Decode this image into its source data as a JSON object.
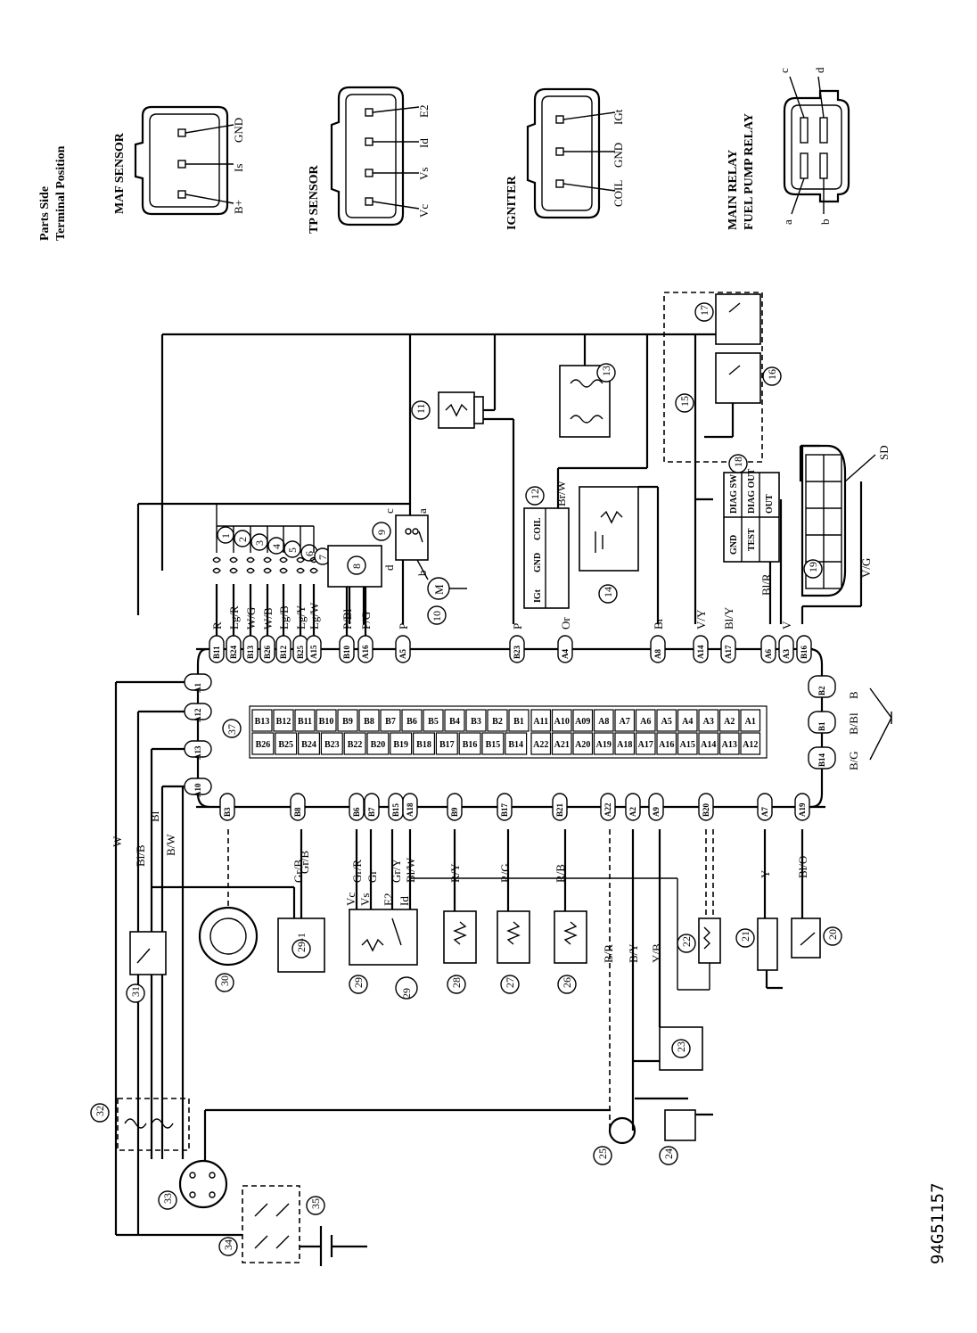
{
  "header": {
    "line1": "Parts Side",
    "line2": "Terminal Position"
  },
  "connectors": [
    {
      "title": "MAF SENSOR",
      "terminals": [
        "GND",
        "Is",
        "B+"
      ]
    },
    {
      "title": "TP SENSOR",
      "terminals": [
        "E2",
        "Id",
        "Vs",
        "Vc"
      ]
    },
    {
      "title": "IGNITER",
      "terminals": [
        "IGt",
        "GND",
        "COIL"
      ]
    },
    {
      "title": "MAIN RELAY",
      "title2": "FUEL PUMP RELAY",
      "terminals": [
        "c",
        "d",
        "a",
        "b"
      ]
    }
  ],
  "ecu": {
    "id": "37",
    "rowB_top": [
      "B13",
      "B12",
      "B11",
      "B10",
      "B9",
      "B8",
      "B7",
      "B6",
      "B5",
      "B4",
      "B3",
      "B2",
      "B1"
    ],
    "rowB_bot": [
      "B26",
      "B25",
      "B24",
      "B23",
      "B22",
      "B20",
      "B19",
      "B18",
      "B17",
      "B16",
      "B15",
      "B14"
    ],
    "rowA_top": [
      "A11",
      "A10",
      "A09",
      "A8",
      "A7",
      "A6",
      "A5",
      "A4",
      "A3",
      "A2",
      "A1"
    ],
    "rowA_bot": [
      "A22",
      "A21",
      "A20",
      "A19",
      "A18",
      "A17",
      "A16",
      "A15",
      "A14",
      "A13",
      "A12"
    ]
  },
  "top_pins": [
    {
      "pin": "B11",
      "wire": "R"
    },
    {
      "pin": "B24",
      "wire": "Lg/R"
    },
    {
      "pin": "B13",
      "wire": "W/G"
    },
    {
      "pin": "B26",
      "wire": "W/B"
    },
    {
      "pin": "B12",
      "wire": "Lg/B"
    },
    {
      "pin": "B25",
      "wire": "Lg/Y"
    },
    {
      "pin": "A15",
      "wire": "Lg/W"
    },
    {
      "pin": "B10",
      "wire": "P/Bl"
    },
    {
      "pin": "A16",
      "wire": "P/G"
    },
    {
      "pin": "A5",
      "wire": "P"
    },
    {
      "pin": "B23",
      "wire": "P"
    },
    {
      "pin": "A4",
      "wire": "Or"
    },
    {
      "pin": "A8",
      "wire": "Br"
    },
    {
      "pin": "A14",
      "wire": "V/Y"
    },
    {
      "pin": "A17",
      "wire": "Bl/Y"
    },
    {
      "pin": "A6",
      "wire": ""
    },
    {
      "pin": "A3",
      "wire": "V"
    },
    {
      "pin": "B16",
      "wire": ""
    }
  ],
  "bottom_pins": [
    {
      "pin": "B3",
      "wire": ""
    },
    {
      "pin": "B8",
      "wire": "Gr/B"
    },
    {
      "pin": "B6",
      "wire": "Gr/R"
    },
    {
      "pin": "B7",
      "wire": "Gr"
    },
    {
      "pin": "B15",
      "wire": "Gr/Y"
    },
    {
      "pin": "A18",
      "wire": "Bl/W"
    },
    {
      "pin": "B9",
      "wire": "R/Y"
    },
    {
      "pin": "B17",
      "wire": "R/G"
    },
    {
      "pin": "B21",
      "wire": "R/B"
    },
    {
      "pin": "A22",
      "wire": "B/R"
    },
    {
      "pin": "A2",
      "wire": "B/Y"
    },
    {
      "pin": "A9",
      "wire": "Y/B"
    },
    {
      "pin": "B20",
      "wire": "Gr/Y"
    },
    {
      "pin": "A7",
      "wire": "Y"
    },
    {
      "pin": "A19",
      "wire": "Bl/O"
    }
  ],
  "left_pins": [
    {
      "pin": "A1",
      "wire": "W"
    },
    {
      "pin": "A12",
      "wire": "Bl/B"
    },
    {
      "pin": "A13",
      "wire": "Bl"
    },
    {
      "pin": "A10",
      "wire": "B/W"
    }
  ],
  "right_pins": [
    {
      "pin": "B2",
      "wire": "B"
    },
    {
      "pin": "B1",
      "wire": "B/Bl"
    },
    {
      "pin": "B14",
      "wire": "B/G"
    }
  ],
  "upper_labels": {
    "brw": "Br/W",
    "blr": "Bl/R",
    "vg": "V/G",
    "sd": "SD",
    "grb": "Gr/B"
  },
  "tp_labels": [
    "Vc",
    "Vs",
    "E2",
    "Id"
  ],
  "igniter_pins": [
    "IGt",
    "GND",
    "COIL"
  ],
  "diag_box": [
    "DIAG SW",
    "DIAG OUT",
    "OUT",
    "TEST",
    "GND"
  ],
  "components": [
    "1",
    "2",
    "3",
    "4",
    "5",
    "6",
    "7",
    "8",
    "9",
    "10",
    "11",
    "12",
    "13",
    "14",
    "15",
    "16",
    "17",
    "18",
    "19",
    "20",
    "21",
    "22",
    "23",
    "24",
    "25",
    "26",
    "27",
    "28",
    "29",
    "29-1",
    "30",
    "31",
    "32",
    "33",
    "34",
    "35",
    "36"
  ],
  "relay_terms": [
    "a",
    "b",
    "c",
    "d"
  ],
  "motor": "M",
  "drawing_code": "94G51157"
}
